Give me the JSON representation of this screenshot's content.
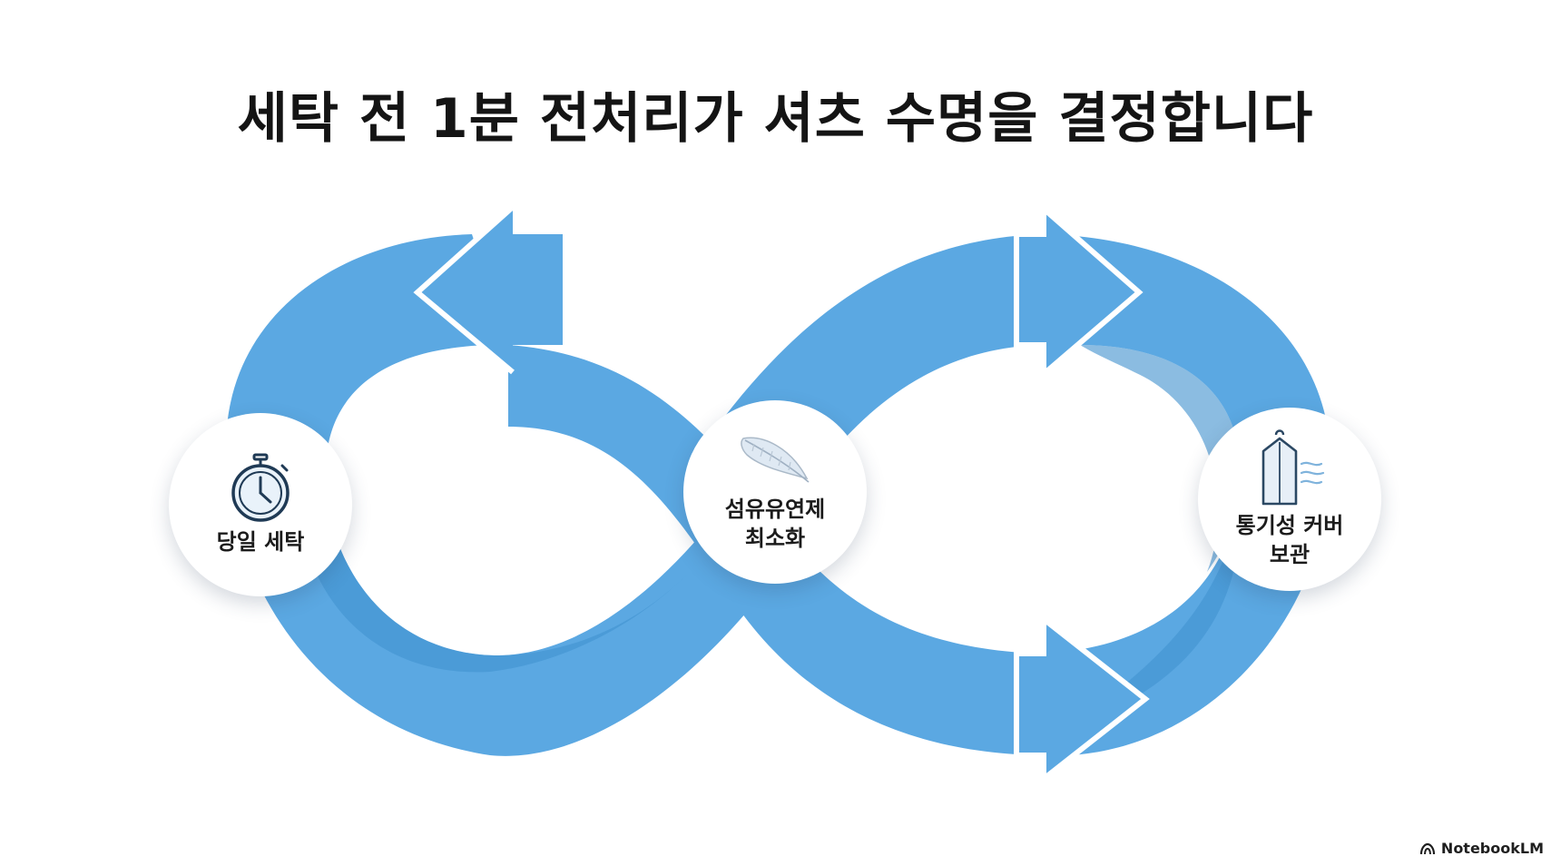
{
  "title": "세탁 전 1분 전처리가 셔츠 수명을 결정합니다",
  "colors": {
    "loop": "#5ba8e2",
    "loop_shade": "#3e8fcd",
    "title": "#141414"
  },
  "nodes": [
    {
      "label_lines": [
        "당일 세탁"
      ],
      "icon": "stopwatch-icon"
    },
    {
      "label_lines": [
        "섬유유연제",
        "최소화"
      ],
      "icon": "feather-icon"
    },
    {
      "label_lines": [
        "통기성 커버",
        "보관"
      ],
      "icon": "garment-cover-icon"
    }
  ],
  "brand": {
    "name": "NotebookLM",
    "icon": "notebooklm-logo-icon"
  }
}
